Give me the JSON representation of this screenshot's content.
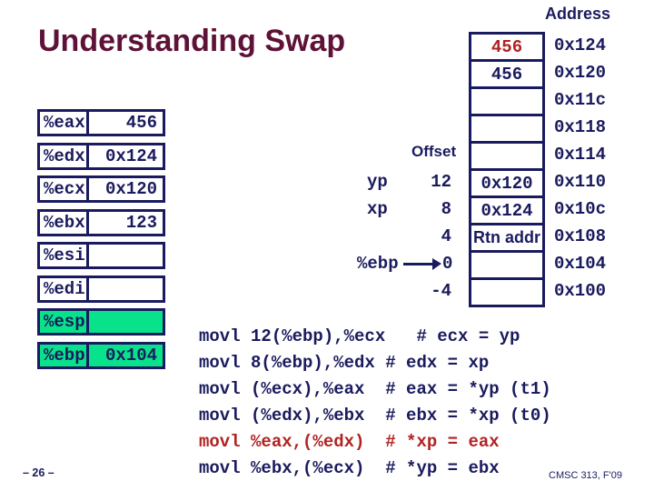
{
  "slide": {
    "title": "Understanding Swap",
    "page_number": "– 26 –",
    "course_footer": "CMSC 313, F'09"
  },
  "colors": {
    "navy": "#1a1b5e",
    "title_maroon": "#5e1237",
    "highlight_red": "#b22222",
    "active_green": "#07e28b"
  },
  "registers": {
    "rows": [
      {
        "label": "%eax",
        "value": "456"
      },
      {
        "label": "%edx",
        "value": "0x124"
      },
      {
        "label": "%ecx",
        "value": "0x120"
      },
      {
        "label": "%ebx",
        "value": "123"
      },
      {
        "label": "%esi",
        "value": ""
      },
      {
        "label": "%edi",
        "value": ""
      },
      {
        "label": "%esp",
        "value": ""
      },
      {
        "label": "%ebp",
        "value": "0x104"
      }
    ]
  },
  "memory": {
    "address_header": "Address",
    "offset_header": "Offset",
    "ebp_pointer_label": "%ebp",
    "rows": [
      {
        "value": "456",
        "address": "0x124",
        "offset": "",
        "offset_label": ""
      },
      {
        "value": "456",
        "address": "0x120",
        "offset": "",
        "offset_label": ""
      },
      {
        "value": "",
        "address": "0x11c",
        "offset": "",
        "offset_label": ""
      },
      {
        "value": "",
        "address": "0x118",
        "offset": "",
        "offset_label": ""
      },
      {
        "value": "",
        "address": "0x114",
        "offset": "",
        "offset_label": ""
      },
      {
        "value": "0x120",
        "address": "0x110",
        "offset": "12",
        "offset_label": "yp"
      },
      {
        "value": "0x124",
        "address": "0x10c",
        "offset": "8",
        "offset_label": "xp"
      },
      {
        "value": "Rtn addr",
        "address": "0x108",
        "offset": "4",
        "offset_label": ""
      },
      {
        "value": "",
        "address": "0x104",
        "offset": "0",
        "offset_label": ""
      },
      {
        "value": "",
        "address": "0x100",
        "offset": "-4",
        "offset_label": ""
      }
    ]
  },
  "code": {
    "lines": [
      {
        "text": "movl 12(%ebp),%ecx   # ecx = yp"
      },
      {
        "text": "movl 8(%ebp),%edx # edx = xp"
      },
      {
        "text": "movl (%ecx),%eax  # eax = *yp (t1)"
      },
      {
        "text": "movl (%edx),%ebx  # ebx = *xp (t0)"
      },
      {
        "text": "movl %eax,(%edx)  # *xp = eax"
      },
      {
        "text": "movl %ebx,(%ecx)  # *yp = ebx"
      }
    ]
  }
}
